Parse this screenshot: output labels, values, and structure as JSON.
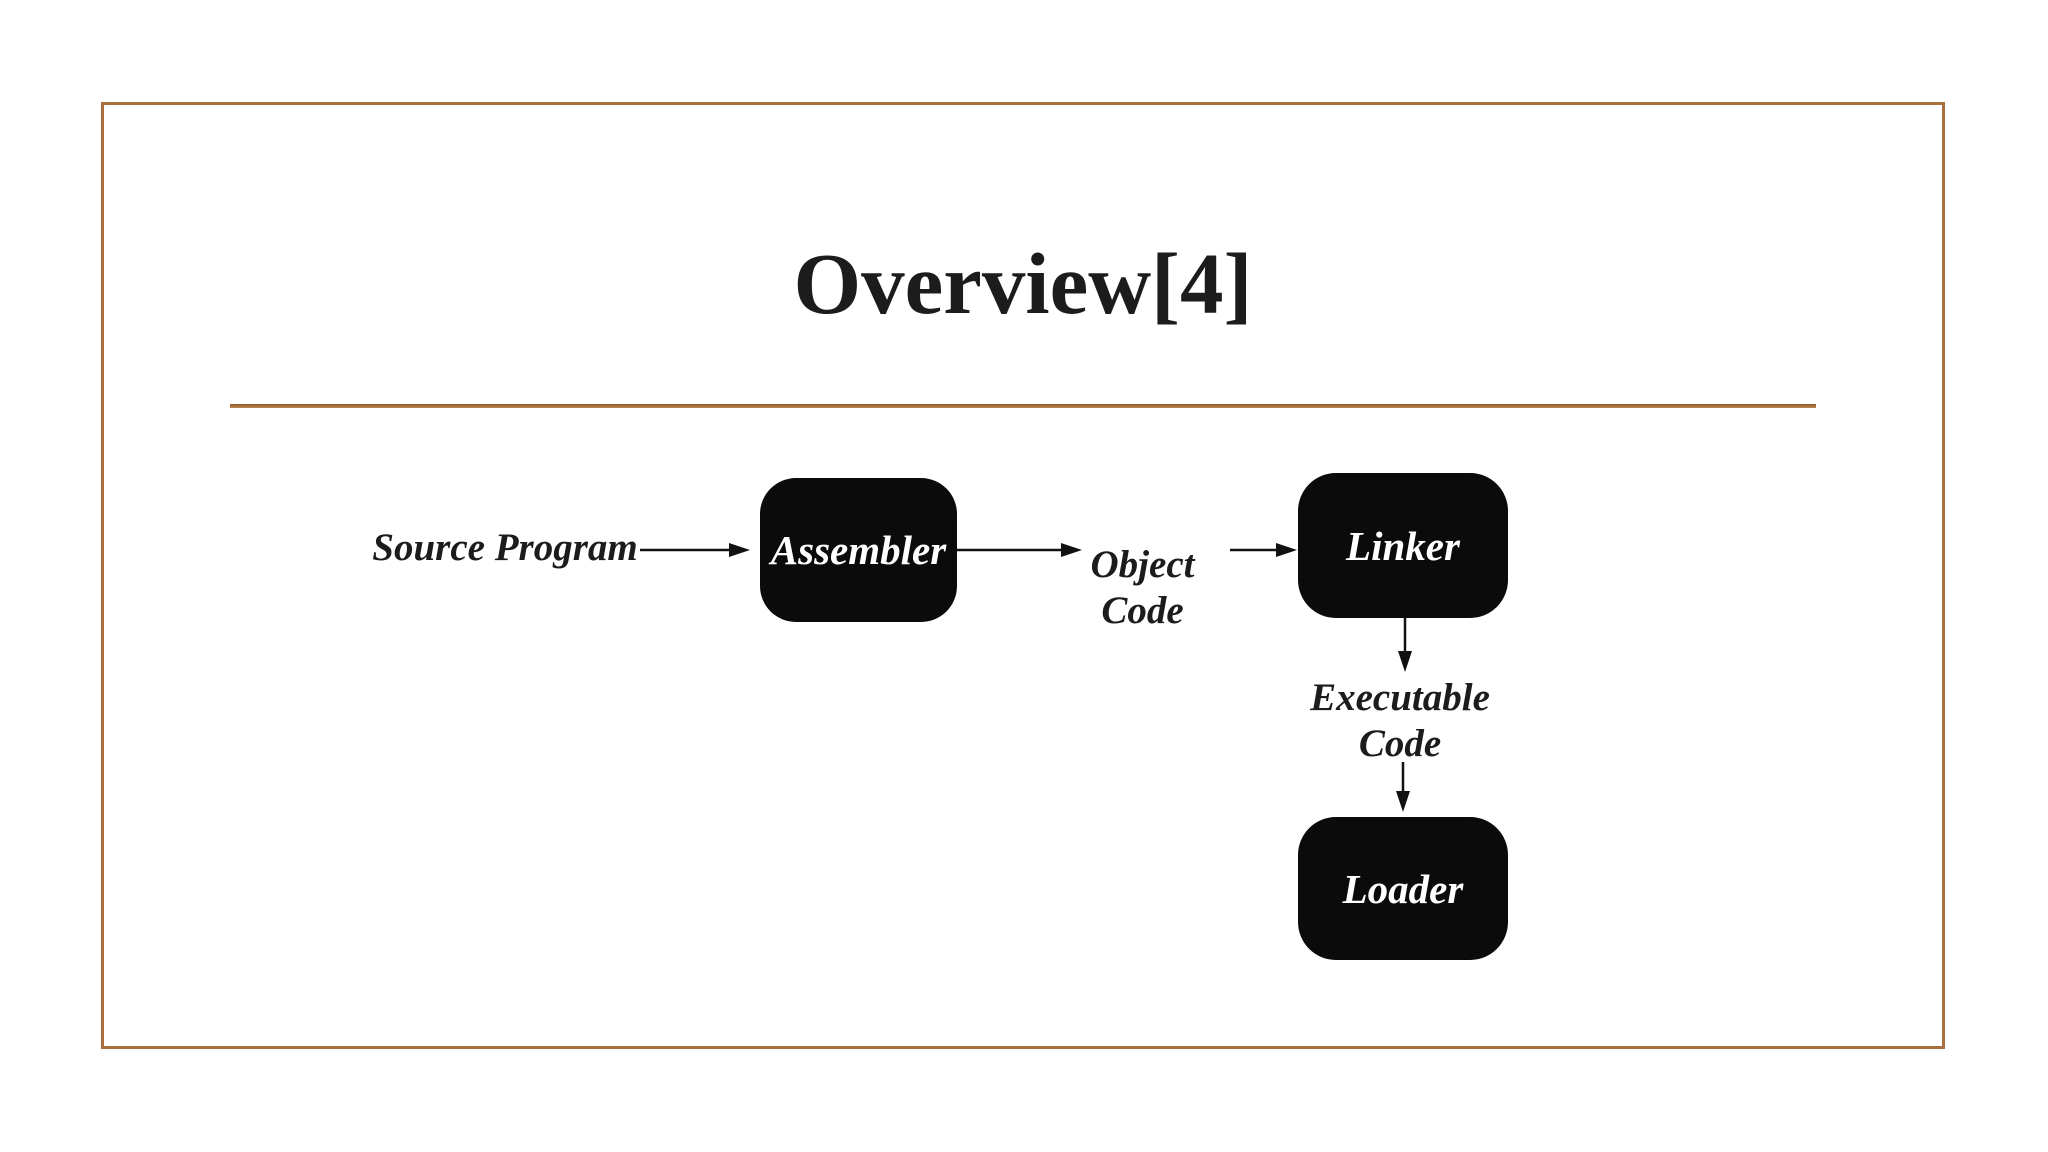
{
  "slide": {
    "title": "Overview[4]",
    "colors": {
      "accent": "#a9703e",
      "box-bg": "#0b0b0b",
      "box-text": "#ffffff",
      "text": "#1c1c1c"
    }
  },
  "diagram": {
    "labels": {
      "source_program": "Source Program",
      "object_code": "Object\nCode",
      "executable_code": "Executable\nCode"
    },
    "nodes": {
      "assembler": "Assembler",
      "linker": "Linker",
      "loader": "Loader"
    },
    "edges": [
      {
        "from": "Source Program",
        "to": "Assembler"
      },
      {
        "from": "Assembler",
        "to": "Object Code"
      },
      {
        "from": "Object Code",
        "to": "Linker"
      },
      {
        "from": "Linker",
        "to": "Executable Code"
      },
      {
        "from": "Executable Code",
        "to": "Loader"
      }
    ]
  }
}
